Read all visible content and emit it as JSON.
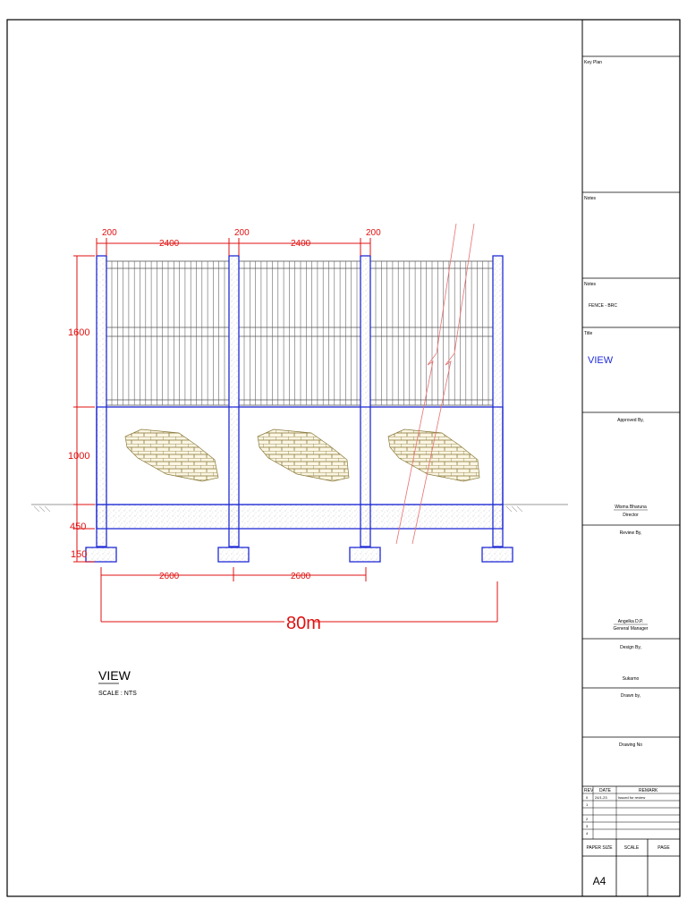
{
  "drawing": {
    "dimensions": {
      "post_width_1": "200",
      "panel_width_1": "2400",
      "post_width_2": "200",
      "panel_width_2": "2400",
      "post_width_3": "200",
      "fence_height": "1600",
      "wall_height": "1000",
      "sloof_height": "450",
      "footing_height": "150",
      "bay_spacing_1": "2600",
      "bay_spacing_2": "2600",
      "total_length": "80m"
    },
    "view_title": "VIEW",
    "view_scale": "SCALE : NTS"
  },
  "title_block": {
    "key_plan_label": "Key Plan",
    "notes_label": "Notes",
    "notes_label_2": "Notes",
    "notes_value": "FENCE - BRC",
    "title_label": "Title",
    "title_value": "VIEW",
    "approved_label": "Approved By,",
    "approved_name": "Wisma Bharuna",
    "approved_role": "Director",
    "review_label": "Review By,",
    "review_name": "Angelka D.P.",
    "review_role": "General Manager",
    "design_label": "Design By,",
    "design_name": "Sukarno",
    "drawn_label": "Drawn by,",
    "drawing_no_label": "Drawing No",
    "rev_headers": [
      "REV",
      "DATE",
      "REMARK"
    ],
    "rev_rows": [
      {
        "rev": "0",
        "date": "24/1-23",
        "remark": "Issued for review"
      },
      {
        "rev": "1",
        "date": "",
        "remark": ""
      },
      {
        "rev": "2",
        "date": "",
        "remark": ""
      },
      {
        "rev": "3",
        "date": "",
        "remark": ""
      },
      {
        "rev": "4",
        "date": "",
        "remark": ""
      }
    ],
    "paper_size_label": "PAPER SIZE",
    "scale_label": "SCALE",
    "page_label": "PAGE",
    "paper_size_value": "A4"
  },
  "colors": {
    "frame": "#000000",
    "structure": "#1f2bd6",
    "dimension": "#e01010",
    "mesh": "#555555",
    "brick": "#8a7a3a"
  }
}
